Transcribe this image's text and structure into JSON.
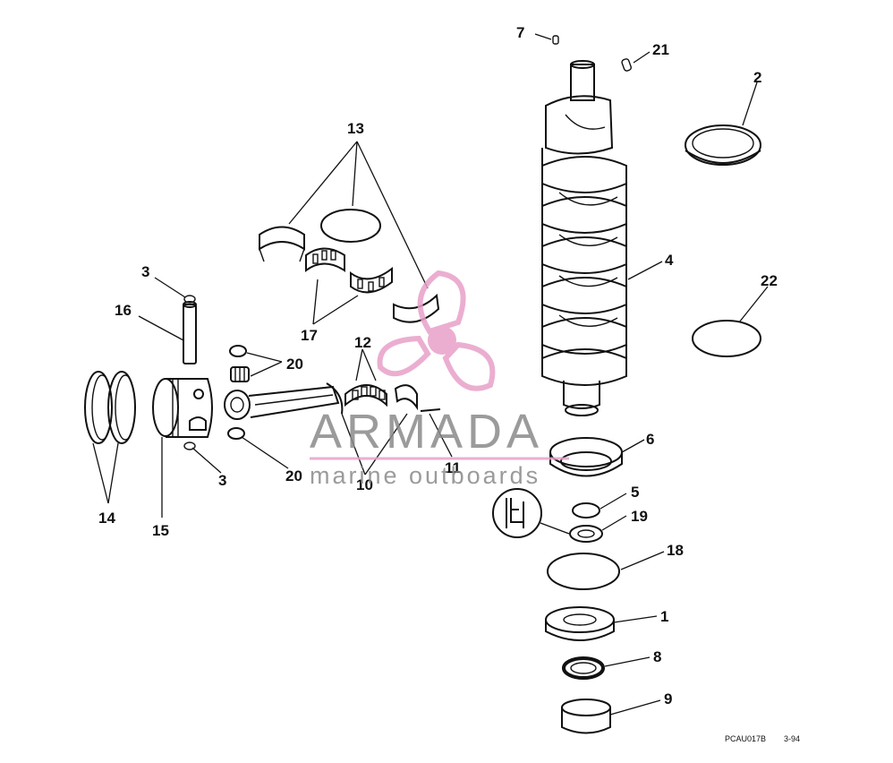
{
  "figure": {
    "reference_code": "PCAU017B",
    "date_code": "3-94"
  },
  "callouts": {
    "c1": "1",
    "c2": "2",
    "c3_top": "3",
    "c3_bottom": "3",
    "c4": "4",
    "c5": "5",
    "c6": "6",
    "c7": "7",
    "c8": "8",
    "c9": "9",
    "c10": "10",
    "c11": "11",
    "c12": "12",
    "c13": "13",
    "c14": "14",
    "c15": "15",
    "c16": "16",
    "c17": "17",
    "c18": "18",
    "c19": "19",
    "c20_top": "20",
    "c20_bottom": "20",
    "c21": "21",
    "c22": "22"
  },
  "watermark": {
    "name": "ARMADA",
    "tagline": "marine outboards",
    "accent_color": "#e8a0c8",
    "text_color": "#8a8a8a"
  }
}
